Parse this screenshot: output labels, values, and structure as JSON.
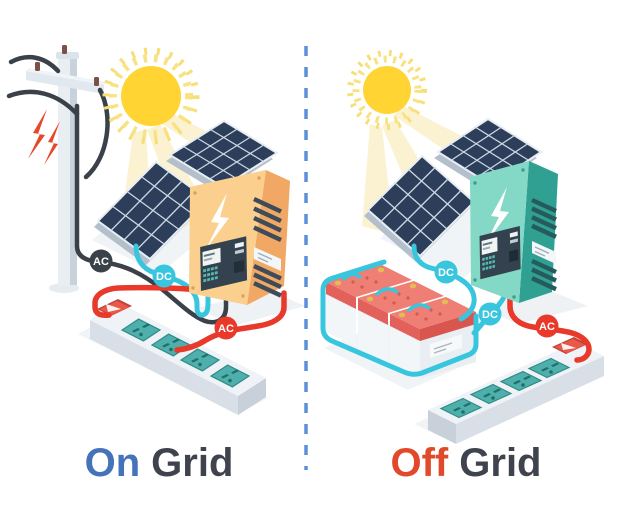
{
  "scene": {
    "background_color": "#ffffff",
    "divider": {
      "color": "#5b8fd9"
    },
    "left_system": {
      "title": {
        "accent": "On",
        "rest": "Grid",
        "accent_color": "#4573b9",
        "rest_color": "#3f434e"
      },
      "badges": {
        "grid_ac": {
          "text": "AC",
          "color": "#3a4149"
        },
        "dc": {
          "text": "DC",
          "color": "#38c5de"
        },
        "ac_out": {
          "text": "AC",
          "color": "#e8392b"
        }
      },
      "components": [
        "sun",
        "utility-pole",
        "power-lines",
        "solar-panels",
        "inverter",
        "power-strip"
      ]
    },
    "right_system": {
      "title": {
        "accent": "Off",
        "rest": "Grid",
        "accent_color": "#e2492a",
        "rest_color": "#3f434e"
      },
      "badges": {
        "dc_panel": {
          "text": "DC",
          "color": "#38c5de"
        },
        "dc_battery": {
          "text": "DC",
          "color": "#38c5de"
        },
        "ac_out": {
          "text": "AC",
          "color": "#e8392b"
        }
      },
      "components": [
        "sun",
        "solar-panels",
        "battery-bank",
        "inverter",
        "power-strip"
      ]
    }
  }
}
